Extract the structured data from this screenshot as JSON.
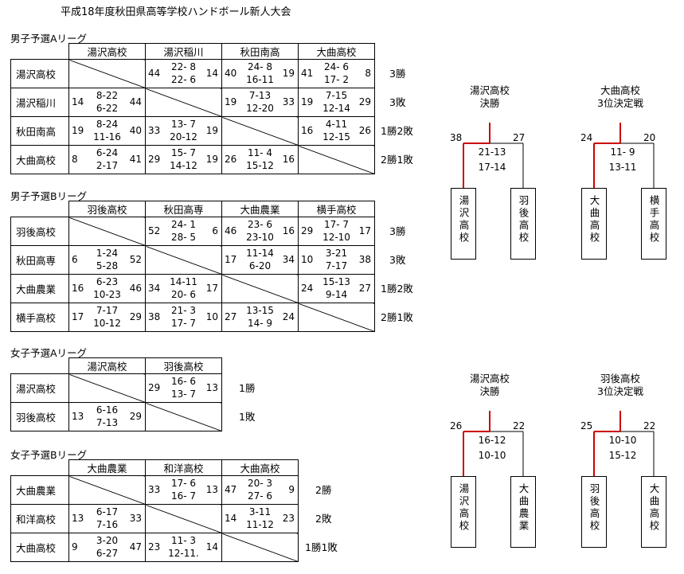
{
  "page_title": "平成18年度秋田県高等学校ハンドボール新人大会",
  "leagues": {
    "ba": {
      "title": "男子予選Aリーグ",
      "teams": [
        "湯沢高校",
        "湯沢稲川",
        "秋田南高",
        "大曲高校"
      ],
      "results": [
        "3勝",
        "3敗",
        "1勝2敗",
        "2勝1敗"
      ],
      "cells": [
        [
          null,
          {
            "a": "44",
            "b": "14",
            "s1": "22‐ 8",
            "s2": "22‐ 6"
          },
          {
            "a": "40",
            "b": "19",
            "s1": "24‐ 8",
            "s2": "16‐11"
          },
          {
            "a": "41",
            "b": "8",
            "s1": "24‐ 6",
            "s2": "17‐ 2"
          }
        ],
        [
          {
            "a": "14",
            "b": "44",
            "s1": "8‐22",
            "s2": "6‐22"
          },
          null,
          {
            "a": "19",
            "b": "33",
            "s1": "7‐13",
            "s2": "12‐20"
          },
          {
            "a": "19",
            "b": "29",
            "s1": "7‐15",
            "s2": "12‐14"
          }
        ],
        [
          {
            "a": "19",
            "b": "40",
            "s1": "8‐24",
            "s2": "11‐16"
          },
          {
            "a": "33",
            "b": "19",
            "s1": "13‐ 7",
            "s2": "20‐12"
          },
          null,
          {
            "a": "16",
            "b": "26",
            "s1": "4‐11",
            "s2": "12‐15"
          }
        ],
        [
          {
            "a": "8",
            "b": "41",
            "s1": "6‐24",
            "s2": "2‐17"
          },
          {
            "a": "29",
            "b": "19",
            "s1": "15‐ 7",
            "s2": "14‐12"
          },
          {
            "a": "26",
            "b": "16",
            "s1": "11‐ 4",
            "s2": "15‐12"
          },
          null
        ]
      ]
    },
    "bb": {
      "title": "男子予選Bリーグ",
      "teams": [
        "羽後高校",
        "秋田高専",
        "大曲農業",
        "横手高校"
      ],
      "results": [
        "3勝",
        "3敗",
        "1勝2敗",
        "2勝1敗"
      ],
      "cells": [
        [
          null,
          {
            "a": "52",
            "b": "6",
            "s1": "24‐ 1",
            "s2": "28‐ 5"
          },
          {
            "a": "46",
            "b": "16",
            "s1": "23‐ 6",
            "s2": "23‐10"
          },
          {
            "a": "29",
            "b": "17",
            "s1": "17‐ 7",
            "s2": "12‐10"
          }
        ],
        [
          {
            "a": "6",
            "b": "52",
            "s1": "1‐24",
            "s2": "5‐28"
          },
          null,
          {
            "a": "17",
            "b": "34",
            "s1": "11‐14",
            "s2": "6‐20"
          },
          {
            "a": "10",
            "b": "38",
            "s1": "3‐21",
            "s2": "7‐17"
          }
        ],
        [
          {
            "a": "16",
            "b": "46",
            "s1": "6‐23",
            "s2": "10‐23"
          },
          {
            "a": "34",
            "b": "17",
            "s1": "14‐11",
            "s2": "20‐ 6"
          },
          null,
          {
            "a": "24",
            "b": "27",
            "s1": "15‐13",
            "s2": "9‐14"
          }
        ],
        [
          {
            "a": "17",
            "b": "29",
            "s1": "7‐17",
            "s2": "10‐12"
          },
          {
            "a": "38",
            "b": "10",
            "s1": "21‐ 3",
            "s2": "17‐ 7"
          },
          {
            "a": "27",
            "b": "24",
            "s1": "13‐15",
            "s2": "14‐ 9"
          },
          null
        ]
      ]
    },
    "ga": {
      "title": "女子予選Aリーグ",
      "teams": [
        "湯沢高校",
        "羽後高校"
      ],
      "results": [
        "1勝",
        "1敗"
      ],
      "cells": [
        [
          null,
          {
            "a": "29",
            "b": "13",
            "s1": "16‐ 6",
            "s2": "13‐ 7"
          }
        ],
        [
          {
            "a": "13",
            "b": "29",
            "s1": "6‐16",
            "s2": "7‐13"
          },
          null
        ]
      ]
    },
    "gb": {
      "title": "女子予選Bリーグ",
      "teams": [
        "大曲農業",
        "和洋高校",
        "大曲高校"
      ],
      "results": [
        "2勝",
        "2敗",
        "1勝1敗"
      ],
      "cells": [
        [
          null,
          {
            "a": "33",
            "b": "13",
            "s1": "17‐ 6",
            "s2": "16‐ 7"
          },
          {
            "a": "47",
            "b": "9",
            "s1": "20‐ 3",
            "s2": "27‐ 6"
          }
        ],
        [
          {
            "a": "13",
            "b": "33",
            "s1": "6‐17",
            "s2": "7‐16"
          },
          null,
          {
            "a": "14",
            "b": "23",
            "s1": "3‐11",
            "s2": "11‐12"
          }
        ],
        [
          {
            "a": "9",
            "b": "47",
            "s1": "3‐20",
            "s2": "6‐27"
          },
          {
            "a": "23",
            "b": "14",
            "s1": "11‐ 3",
            "s2": "12‐11."
          },
          null
        ]
      ]
    }
  },
  "brackets": [
    {
      "title1": "湯沢高校",
      "title2": "決勝",
      "ls": "38",
      "rs": "27",
      "s1": "21‐13",
      "s2": "17‐14",
      "left": "湯沢高校",
      "right": "羽後高校"
    },
    {
      "title1": "大曲高校",
      "title2": "3位決定戦",
      "ls": "24",
      "rs": "20",
      "s1": "11‐ 9",
      "s2": "13‐11",
      "left": "大曲高校",
      "right": "横手高校"
    },
    {
      "title1": "湯沢高校",
      "title2": "決勝",
      "ls": "26",
      "rs": "22",
      "s1": "16‐12",
      "s2": "10‐10",
      "left": "湯沢高校",
      "right": "大曲農業"
    },
    {
      "title1": "羽後高校",
      "title2": "3位決定戦",
      "ls": "25",
      "rs": "22",
      "s1": "10‐10",
      "s2": "15‐12",
      "left": "羽後高校",
      "right": "大曲高校"
    }
  ],
  "colors": {
    "winner_line": "#cc0000",
    "line": "#000000"
  }
}
